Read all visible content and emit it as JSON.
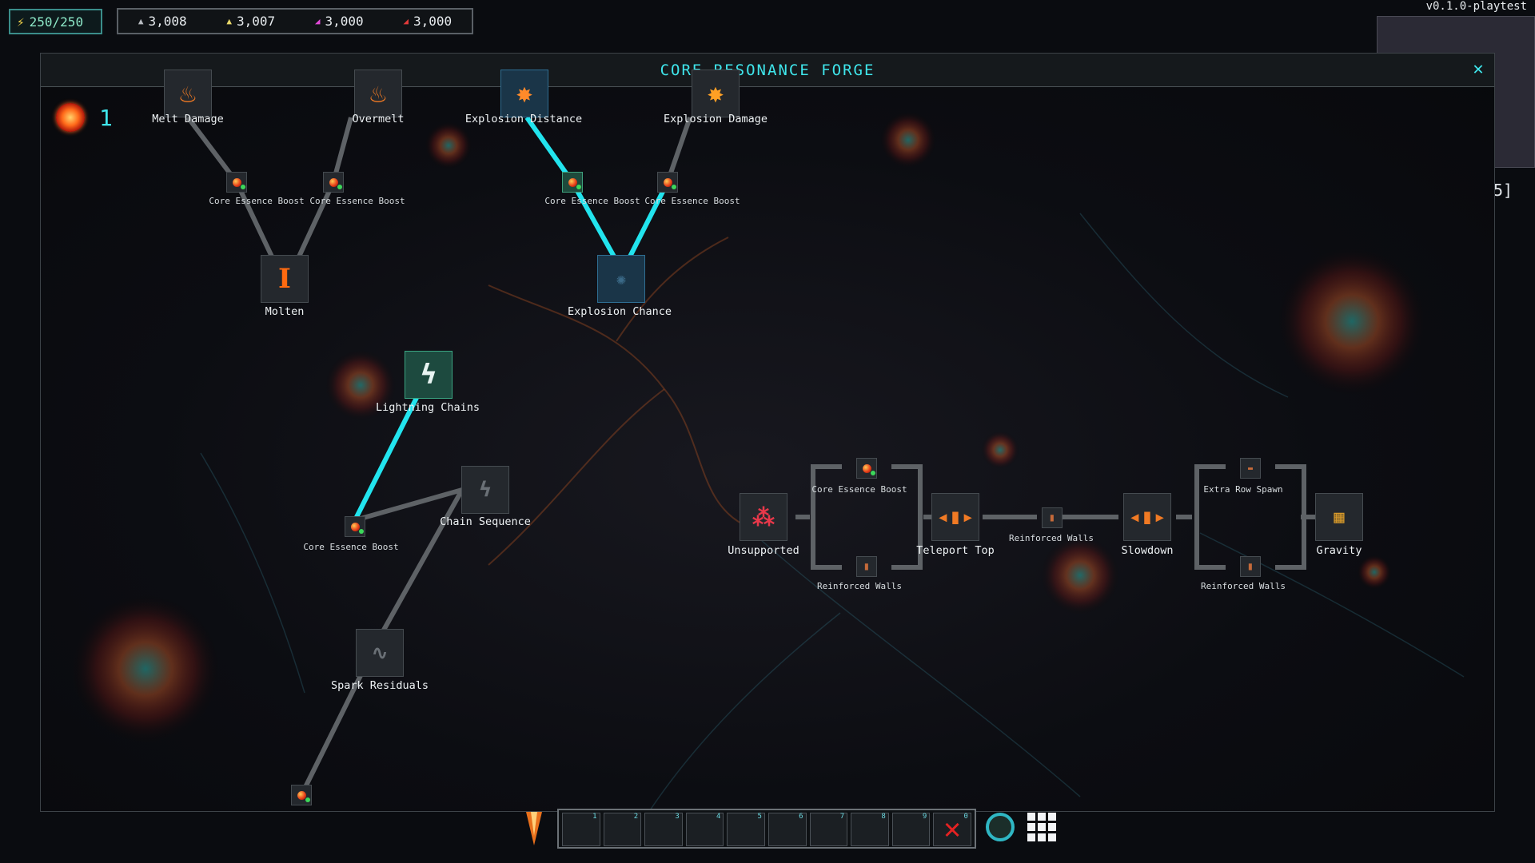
{
  "hud": {
    "energy": "250/250",
    "resources": [
      {
        "value": "3,008",
        "color": "#b9bdc2"
      },
      {
        "value": "3,007",
        "color": "#e8d86a"
      },
      {
        "value": "3,000",
        "color": "#e24ad8"
      },
      {
        "value": "3,000",
        "color": "#e23a3a"
      }
    ],
    "version": "v0.1.0-playtest",
    "coords": "5]"
  },
  "panel": {
    "title": "CORE RESONANCE FORGE",
    "core_count": "1"
  },
  "tree": {
    "melt_damage": "Melt Damage",
    "overmelt": "Overmelt",
    "explosion_distance": "Explosion Distance",
    "explosion_damage": "Explosion Damage",
    "ceb_1": "Core Essence Boost",
    "ceb_2": "Core Essence Boost",
    "ceb_3": "Core Essence Boost",
    "ceb_4": "Core Essence Boost",
    "molten": "Molten",
    "explosion_chance": "Explosion Chance",
    "lightning_chains": "Lightning Chains",
    "chain_sequence": "Chain Sequence",
    "ceb_5": "Core Essence Boost",
    "spark_residuals": "Spark Residuals",
    "unsupported": "Unsupported",
    "ceb_6": "Core Essence Boost",
    "reinforced_walls_1": "Reinforced Walls",
    "teleport_top": "Teleport Top",
    "reinforced_walls_2": "Reinforced Walls",
    "slowdown": "Slowdown",
    "extra_row_spawn": "Extra Row Spawn",
    "reinforced_walls_3": "Reinforced Walls",
    "gravity": "Gravity"
  },
  "hotbar": {
    "slots": [
      "1",
      "2",
      "3",
      "4",
      "5",
      "6",
      "7",
      "8",
      "9",
      "0"
    ]
  },
  "colors": {
    "accent": "#3fe6ec",
    "active_link": "#22e4ee",
    "inactive_link": "#5e6266"
  }
}
